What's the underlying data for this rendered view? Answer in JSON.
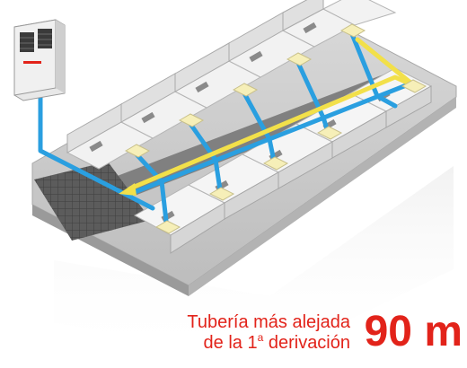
{
  "caption": {
    "line1": "Tubería más alejada",
    "line2_prefix": "de la 1",
    "line2_sup": "a",
    "line2_suffix": " derivación",
    "distance": "90 m"
  },
  "colors": {
    "refrigerant_pipe": "#2a9fe0",
    "longest_path": "#f2e04a",
    "caption": "#e2231a"
  },
  "icons": {
    "outdoor_unit": "outdoor-unit-icon",
    "indoor_unit": "ceiling-cassette-icon"
  }
}
